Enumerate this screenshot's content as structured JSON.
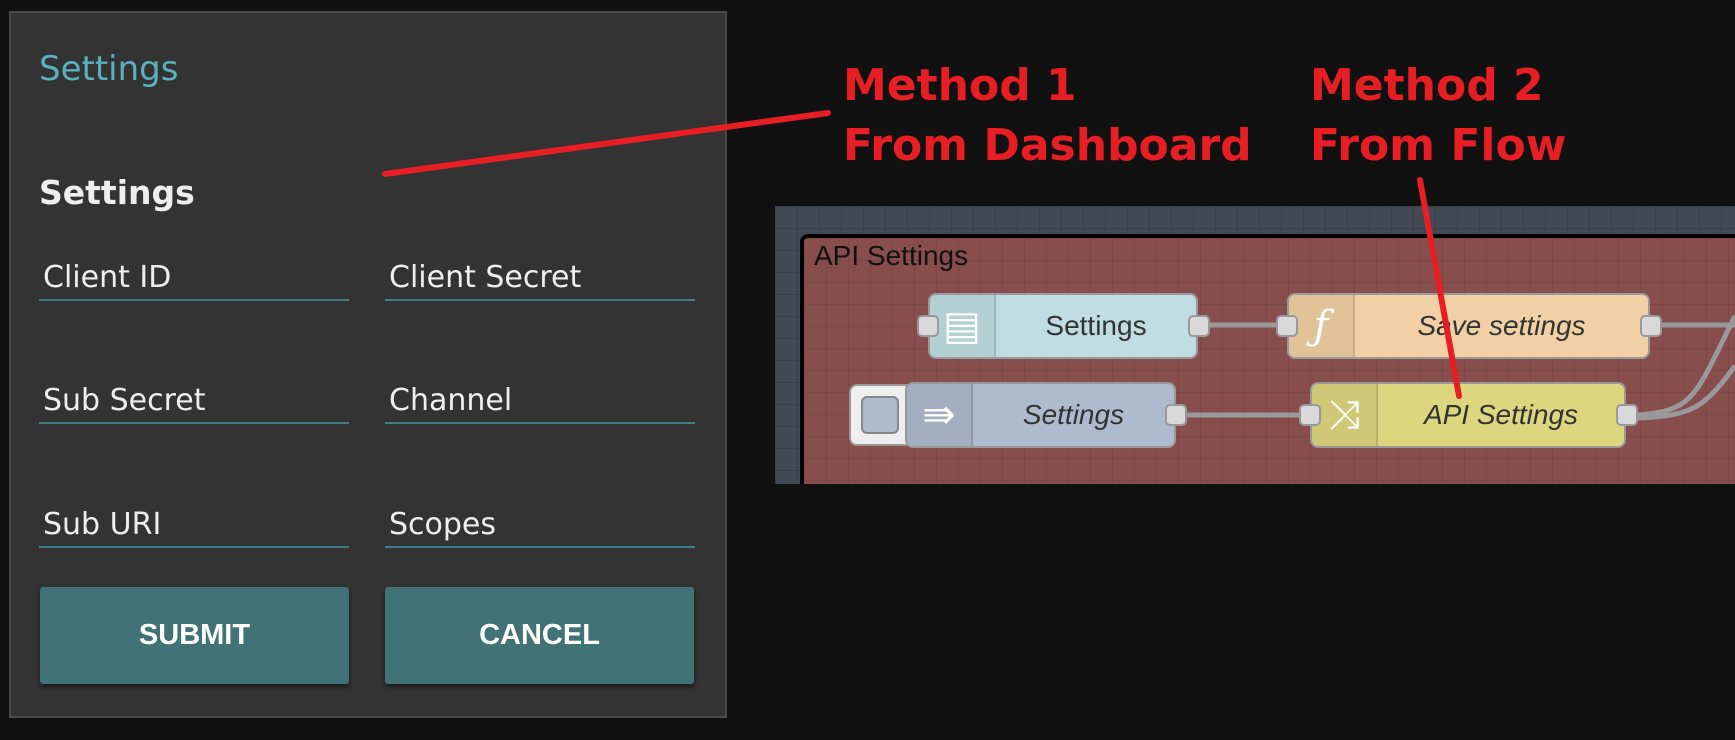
{
  "dialog": {
    "title": "Settings",
    "section": "Settings",
    "fields": [
      {
        "label": "Client ID"
      },
      {
        "label": "Client Secret"
      },
      {
        "label": "Sub Secret"
      },
      {
        "label": "Channel"
      },
      {
        "label": "Sub URI"
      },
      {
        "label": "Scopes"
      }
    ],
    "submit_label": "SUBMIT",
    "cancel_label": "CANCEL"
  },
  "annotations": {
    "method1_line1": "Method 1",
    "method1_line2": "From Dashboard",
    "method2_line1": "Method 2",
    "method2_line2": "From Flow",
    "color": "#e81e25"
  },
  "flow": {
    "group_label": "API Settings",
    "nodes": [
      {
        "type": "ui-form",
        "icon": "form-icon",
        "label": "Settings",
        "color": "#bfdde3"
      },
      {
        "type": "function",
        "icon": "function-icon",
        "label": "Save settings",
        "color": "#f0d0a4"
      },
      {
        "type": "link-in",
        "icon": "link-in-icon",
        "label": "Settings",
        "color": "#aebacd"
      },
      {
        "type": "change",
        "icon": "shuffle-icon",
        "label": "API Settings",
        "color": "#dcd67f"
      }
    ]
  }
}
